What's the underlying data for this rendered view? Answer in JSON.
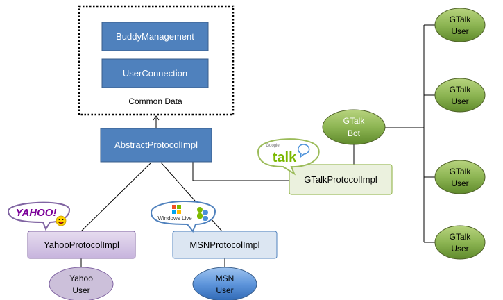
{
  "common_data": {
    "boxes": [
      "BuddyManagement",
      "UserConnection"
    ],
    "caption": "Common Data"
  },
  "protocols": {
    "abstract": "AbstractProtocolImpl",
    "gtalk": "GTalkProtocolImpl",
    "yahoo": "YahooProtocolImpl",
    "msn": "MSNProtocolImpl"
  },
  "gtalk_bot": [
    "GTalk",
    "Bot"
  ],
  "gtalk_users": [
    [
      "GTalk",
      "User"
    ],
    [
      "GTalk",
      "User"
    ],
    [
      "GTalk",
      "User"
    ],
    [
      "GTalk",
      "User"
    ]
  ],
  "yahoo_user": [
    "Yahoo",
    "User"
  ],
  "msn_user": [
    "MSN",
    "User"
  ],
  "logos": {
    "yahoo": "YAHOO!",
    "gtalk_small": "Google",
    "gtalk_big": "talk",
    "msn": "Windows Live"
  },
  "colors": {
    "blue_box": "#4f81bd",
    "green_box": "#ebf1de",
    "purple_box": "#e4dfec",
    "lightblue_box": "#dce6f2",
    "ellipse_green": "#77933c",
    "ellipse_purple": "#ccc0da",
    "ellipse_blue": "#4f81bd"
  }
}
